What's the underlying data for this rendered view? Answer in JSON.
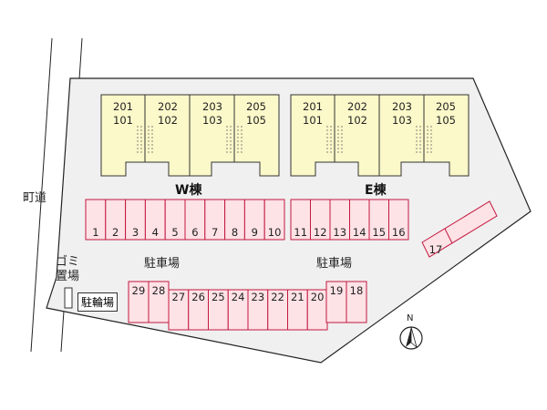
{
  "road_label": "町道",
  "garbage_label": "ゴミ置場",
  "bicycle_label": "駐輪場",
  "parking_label_left": "駐車場",
  "parking_label_right": "駐車場",
  "north_label": "N",
  "buildings": [
    {
      "name": "W棟",
      "units": [
        {
          "upper": "201",
          "lower": "101"
        },
        {
          "upper": "202",
          "lower": "102"
        },
        {
          "upper": "203",
          "lower": "103"
        },
        {
          "upper": "205",
          "lower": "105"
        }
      ]
    },
    {
      "name": "E棟",
      "units": [
        {
          "upper": "201",
          "lower": "101"
        },
        {
          "upper": "202",
          "lower": "102"
        },
        {
          "upper": "203",
          "lower": "103"
        },
        {
          "upper": "205",
          "lower": "105"
        }
      ]
    }
  ],
  "parking_rows": {
    "top_left": [
      "1",
      "2",
      "3",
      "4",
      "5",
      "6",
      "7",
      "8",
      "9",
      "10"
    ],
    "top_right": [
      "11",
      "12",
      "13",
      "14",
      "15",
      "16"
    ],
    "angled": [
      "17"
    ],
    "bottom_upper": [
      "29",
      "28"
    ],
    "bottom_lower": [
      "27",
      "26",
      "25",
      "24",
      "23",
      "22",
      "21",
      "20"
    ],
    "bottom_right_upper": [
      "19",
      "18"
    ]
  },
  "colors": {
    "site_fill": "#f0f0f0",
    "building_fill": "#fbf8c9",
    "parking_fill": "#fde2e6",
    "parking_stroke": "#c2183e"
  }
}
